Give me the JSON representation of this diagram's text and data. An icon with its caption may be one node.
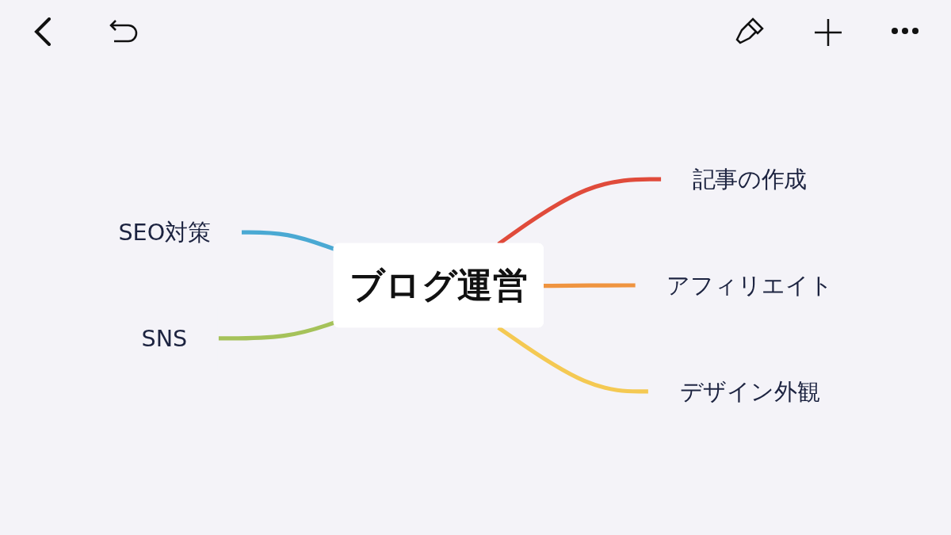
{
  "diagram": {
    "nodes": [
      {
        "text": [
          "ブログ運営"
        ]
      },
      {
        "text": [
          "記事の作成"
        ]
      },
      {
        "text": [
          "アフィリエイト"
        ]
      },
      {
        "text": [
          "デザイン外観"
        ]
      },
      {
        "text": [
          "SEO対策"
        ]
      },
      {
        "text": [
          "SNS"
        ]
      }
    ],
    "edges": [
      {
        "from": 0,
        "to": 1,
        "arrow": "none",
        "color": "#e04b3b"
      },
      {
        "from": 0,
        "to": 2,
        "arrow": "none",
        "color": "#ef9440"
      },
      {
        "from": 0,
        "to": 3,
        "arrow": "none",
        "color": "#f4c953"
      },
      {
        "from": 4,
        "to": 0,
        "arrow": "none",
        "color": "#4aa9d3"
      },
      {
        "from": 5,
        "to": 0,
        "arrow": "none",
        "color": "#a5c25a"
      }
    ]
  }
}
